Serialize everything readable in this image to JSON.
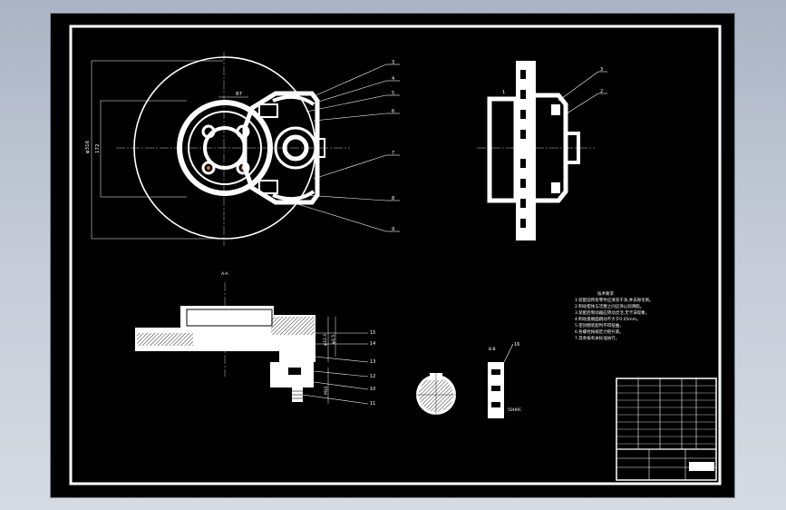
{
  "drawing": {
    "dimensions": {
      "diameter": "φ316",
      "inner": "172",
      "offset": "87",
      "dim_a": "φ12.3",
      "dim_b": "φ1.5",
      "dim_c": "M10"
    },
    "leaders_front": [
      "3",
      "4",
      "5",
      "6",
      "7",
      "8",
      "9"
    ],
    "leaders_side": [
      "1",
      "2",
      "3"
    ],
    "leaders_section": [
      "15",
      "14",
      "13",
      "12",
      "10",
      "11"
    ],
    "section_markers": {
      "a_a": "A-A",
      "b_b": "B-B",
      "detail_leader": "16",
      "detail_note": "50HRC"
    },
    "notes": {
      "title": "技术要求",
      "lines": [
        "1.装配前所有零件应清洗干净,并去除毛刺。",
        "2.制动钳体与活塞之间应涂以润滑脂。",
        "3.装配后制动器应转动灵活,无卡滞现象。",
        "4.制动盘端面跳动不大于0.05mm。",
        "5.密封圈装配时不得扭曲。",
        "6.各螺栓按规定力矩拧紧。",
        "7.其余按有关标准执行。"
      ]
    }
  }
}
